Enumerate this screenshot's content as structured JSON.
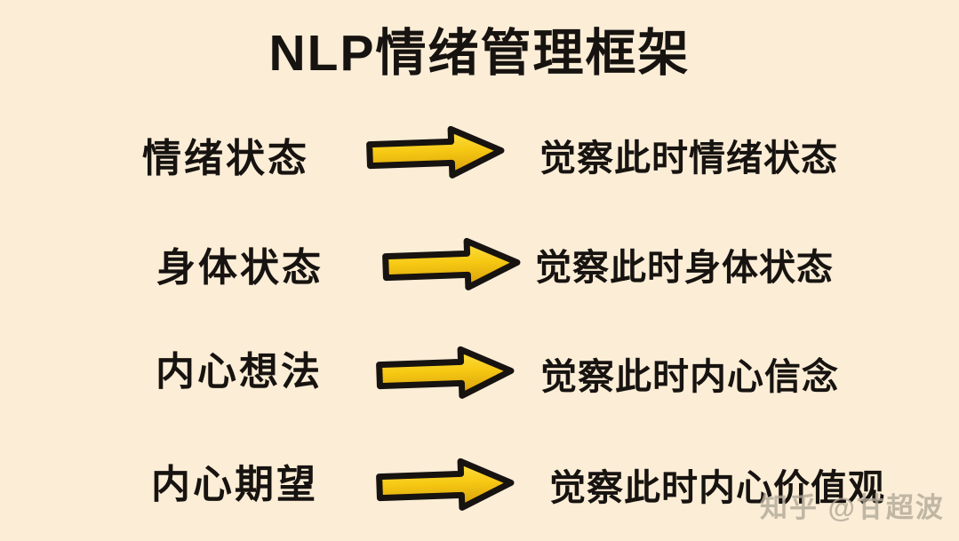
{
  "page": {
    "title": "NLP情绪管理框架",
    "background_color": "#FBEDD6",
    "text_color": "#171310"
  },
  "rows": [
    {
      "left": "情绪状态",
      "right": "觉察此时情绪状态"
    },
    {
      "left": "身体状态",
      "right": "觉察此时身体状态"
    },
    {
      "left": "内心想法",
      "right": "觉察此时内心信念"
    },
    {
      "left": "内心期望",
      "right": "觉察此时内心价值观"
    }
  ],
  "arrow": {
    "icon": "right-arrow-icon",
    "fill_top": "#FFE14A",
    "fill_mid": "#F6C913",
    "fill_bottom": "#D89D0C",
    "outline": "#171310"
  },
  "watermark": {
    "text": "知乎 @甘超波",
    "color": "#B2A897"
  }
}
